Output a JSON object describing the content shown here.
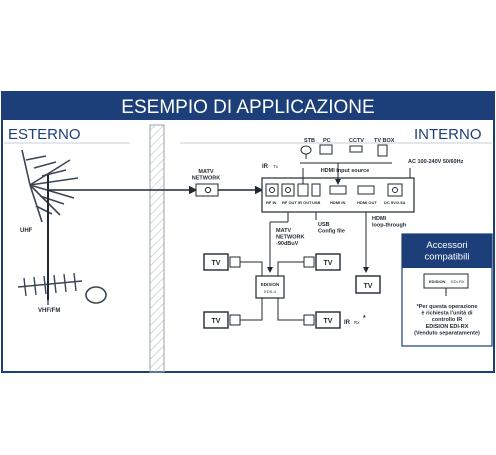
{
  "title": "ESEMPIO DI APPLICAZIONE",
  "zones": {
    "outside": "ESTERNO",
    "inside": "INTERNO"
  },
  "antennas": {
    "uhf": "UHF",
    "vhf": "VHF/FM"
  },
  "matv_network_label": "MATV\nNETWORK",
  "sources": {
    "labels": [
      "STB",
      "PC",
      "CCTV",
      "TV BOX"
    ],
    "hdmi_caption": "HDMI input source"
  },
  "ir_tx": {
    "ir": "IR",
    "tx": "Tx"
  },
  "ir_rx": {
    "ir": "IR",
    "rx": "Rx",
    "star": "*"
  },
  "power": "AC 100-240V 50/60Hz",
  "device_ports": [
    "RF IN",
    "RF OUT",
    "IR OUT",
    "USB",
    "HDMI IN",
    "HDMI OUT",
    "DC 5V/2.5A"
  ],
  "usb_note": "USB\nConfig file",
  "hdmi_loop": "HDMI\nloop-through",
  "matv_level": "MATV\nNETWORK\n-90dBuV",
  "splitter": {
    "brand": "EDISION",
    "model": "EDS-4"
  },
  "tv_label": "TV",
  "accessories": {
    "title": "Accessori\ncompatibili",
    "device_brand": "EDISION",
    "device_model": "EDI-RX",
    "note": "*Per questa operazione\nè richiesta l'unità di\ncontrollo IR\nEDISION EDI-RX\n(Venduto separatamente)"
  },
  "colors": {
    "brand_blue": "#1c3f7a",
    "line": "#1f2933",
    "hatch": "#9aa3ae"
  }
}
